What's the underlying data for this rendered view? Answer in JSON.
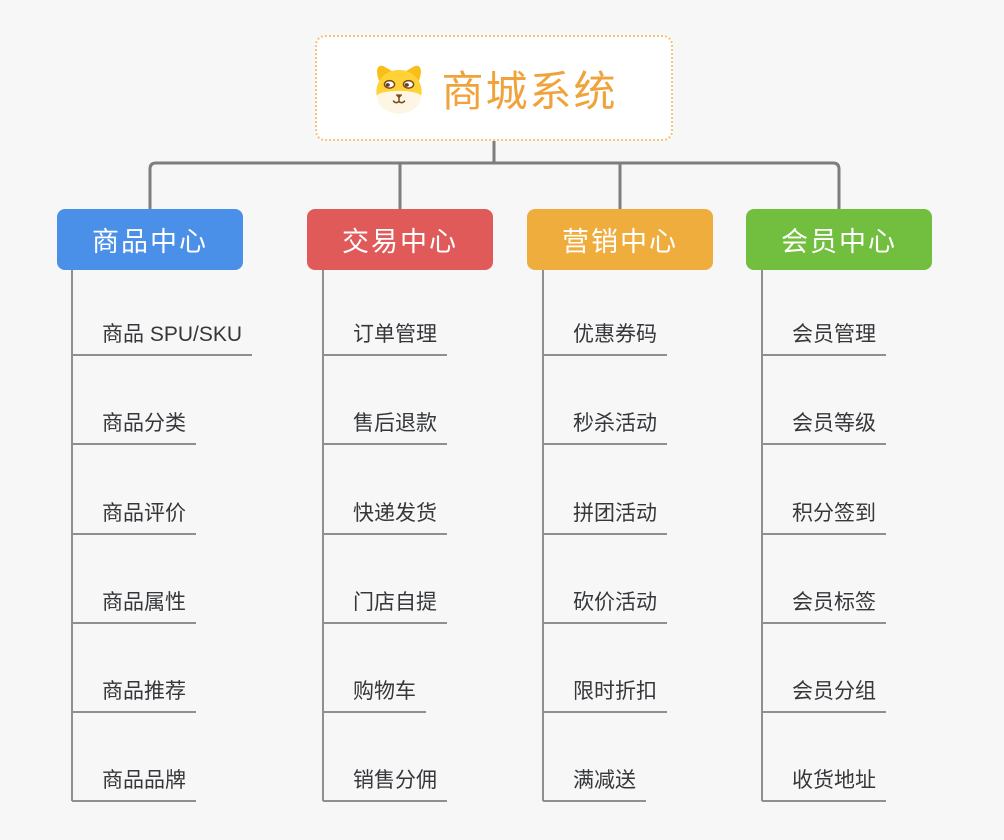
{
  "page": {
    "background": "#f7f7f7"
  },
  "root": {
    "label": "商城系统",
    "icon": "shiba-dog-icon",
    "text_color": "#f0a33c",
    "border_color": "#f3c47c",
    "background": "#ffffff"
  },
  "branches": [
    {
      "label": "商品中心",
      "color": "#4a8fe8",
      "children": [
        "商品 SPU/SKU",
        "商品分类",
        "商品评价",
        "商品属性",
        "商品推荐",
        "商品品牌"
      ]
    },
    {
      "label": "交易中心",
      "color": "#e15a5a",
      "children": [
        "订单管理",
        "售后退款",
        "快递发货",
        "门店自提",
        "购物车",
        "销售分佣"
      ]
    },
    {
      "label": "营销中心",
      "color": "#efad3e",
      "children": [
        "优惠券码",
        "秒杀活动",
        "拼团活动",
        "砍价活动",
        "限时折扣",
        "满减送"
      ]
    },
    {
      "label": "会员中心",
      "color": "#72be3f",
      "children": [
        "会员管理",
        "会员等级",
        "积分签到",
        "会员标签",
        "会员分组",
        "收货地址"
      ]
    }
  ],
  "connectors": {
    "main_line_color": "#7e7e7e",
    "child_line_color": "#8f8f8f"
  }
}
